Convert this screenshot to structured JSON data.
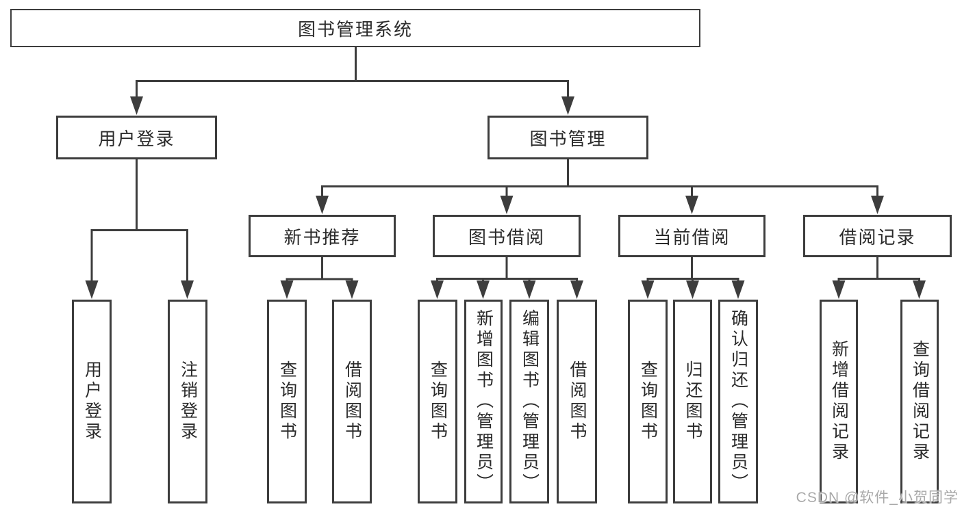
{
  "title": "图书管理系统",
  "tree": {
    "label": "图书管理系统",
    "children": [
      {
        "label": "用户登录",
        "children": [
          {
            "label": "用户登录"
          },
          {
            "label": "注销登录"
          }
        ]
      },
      {
        "label": "图书管理",
        "children": [
          {
            "label": "新书推荐",
            "children": [
              {
                "label": "查询图书"
              },
              {
                "label": "借阅图书"
              }
            ]
          },
          {
            "label": "图书借阅",
            "children": [
              {
                "label": "查询图书"
              },
              {
                "label": "新增图书（管理员）"
              },
              {
                "label": "编辑图书（管理员）"
              },
              {
                "label": "借阅图书"
              }
            ]
          },
          {
            "label": "当前借阅",
            "children": [
              {
                "label": "查询图书"
              },
              {
                "label": "归还图书"
              },
              {
                "label": "确认归还（管理员）"
              }
            ]
          },
          {
            "label": "借阅记录",
            "children": [
              {
                "label": "新增借阅记录"
              },
              {
                "label": "查询借阅记录"
              }
            ]
          }
        ]
      }
    ]
  },
  "watermark": "CSDN @软件_小贺同学",
  "colors": {
    "line": "#3d3d3d",
    "text": "#2a2a2a",
    "background": "#ffffff",
    "watermark": "#a4a4a4"
  }
}
